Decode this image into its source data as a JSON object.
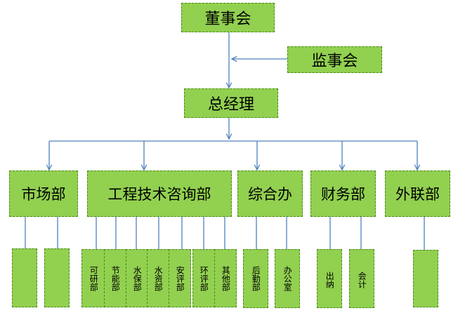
{
  "nodes": {
    "board": "董事会",
    "supervisory": "监事会",
    "gm": "总经理",
    "market": "市场部",
    "engineering": "工程技术咨询部",
    "general_office": "综合办",
    "finance": "财务部",
    "external": "外联部",
    "market_sub_1": "",
    "market_sub_2": "",
    "eng_feasibility": "可研部",
    "eng_energy": "节能部",
    "eng_water_soil": "水保部",
    "eng_water_resource": "水资部",
    "eng_safety": "安评部",
    "eng_environment": "环评部",
    "eng_other": "其他部",
    "office_logistics": "后勤部",
    "office_admin": "办公室",
    "fin_cashier": "出纳",
    "fin_accounting": "会计",
    "external_sub": ""
  },
  "colors": {
    "box_fill": "#92d050",
    "box_border": "#4a8a1c",
    "connector": "#4f81bd"
  }
}
